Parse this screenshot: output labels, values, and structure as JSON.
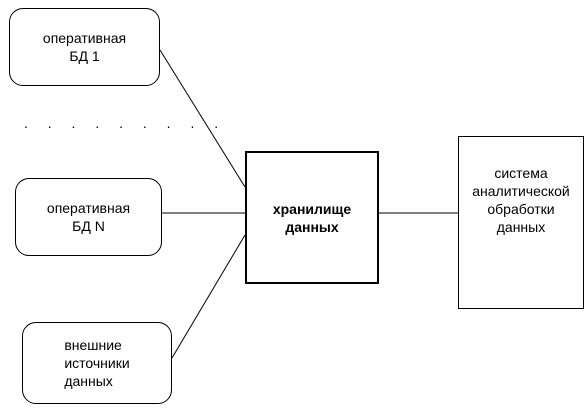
{
  "diagram": {
    "nodes": {
      "operational_db_1": "оперативная\nБД 1",
      "operational_db_n": "оперативная\nБД N",
      "external_sources": "внешние\nисточники\nданных",
      "data_warehouse": "хранилище\nданных",
      "olap_system": "система\nаналитической\nобработки\nданных"
    },
    "ellipsis": ". . . . . . . . .",
    "edges": [
      {
        "from": "operational_db_1",
        "to": "data_warehouse"
      },
      {
        "from": "operational_db_n",
        "to": "data_warehouse"
      },
      {
        "from": "external_sources",
        "to": "data_warehouse"
      },
      {
        "from": "data_warehouse",
        "to": "olap_system"
      }
    ]
  }
}
